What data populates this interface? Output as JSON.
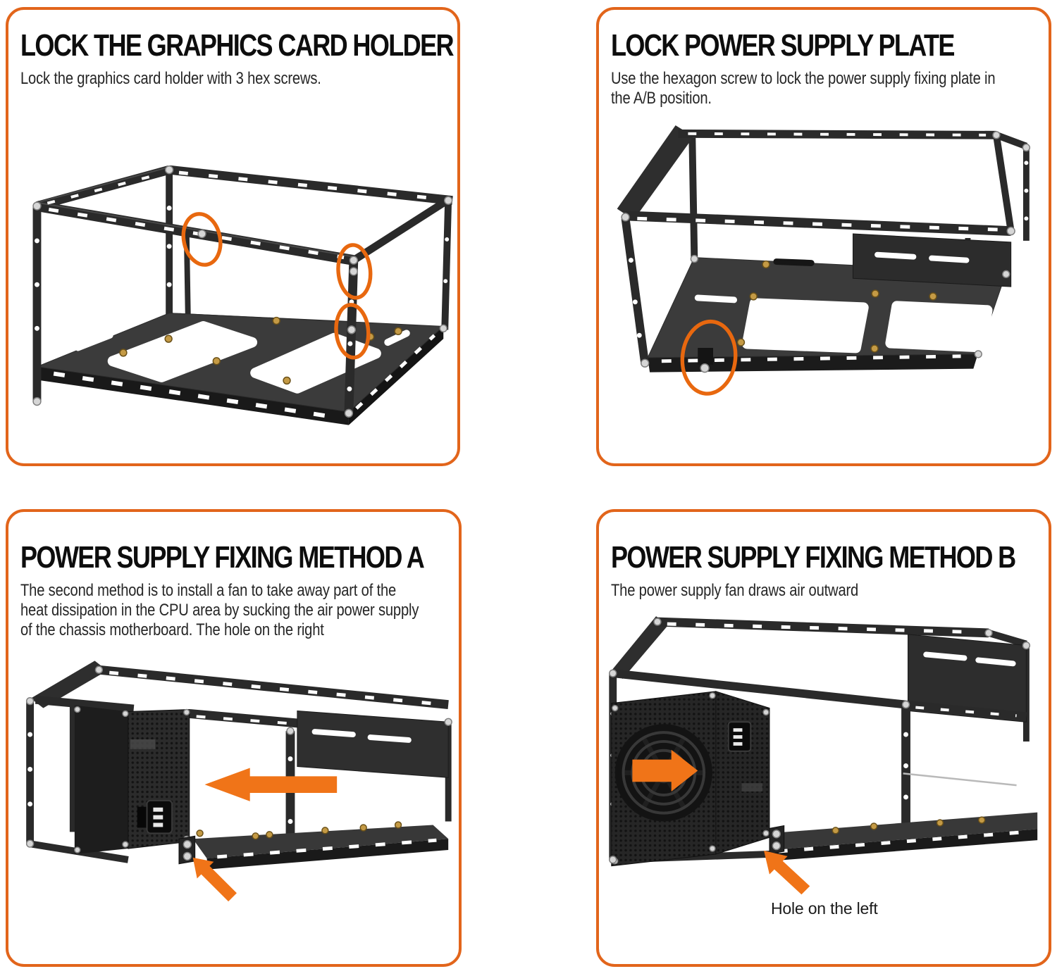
{
  "colors": {
    "panel_border": "#e2651b",
    "annotation": "#f07418",
    "highlight_ring": "#e8680f",
    "frame_dark": "#2a2a2a",
    "tray_surface": "#3b3b3b",
    "standoff_gold": "#c49a45"
  },
  "panels": [
    {
      "title": "LOCK THE GRAPHICS CARD HOLDER",
      "body_lines": [
        "Lock the graphics card holder with 3 hex screws."
      ]
    },
    {
      "title": "LOCK POWER SUPPLY PLATE",
      "body_lines": [
        "Use the hexagon screw to lock the power supply fixing plate in",
        "the A/B position."
      ]
    },
    {
      "title": "POWER SUPPLY FIXING METHOD A",
      "body_lines": [
        "The second method is to install a fan to take away part of the",
        "heat dissipation in the CPU area by sucking the air power supply",
        "of the chassis motherboard. The hole on the right"
      ]
    },
    {
      "title": "POWER SUPPLY FIXING METHOD B",
      "body_lines": [
        "The power supply fan draws air outward"
      ],
      "annotation_label": "Hole on the left"
    }
  ]
}
